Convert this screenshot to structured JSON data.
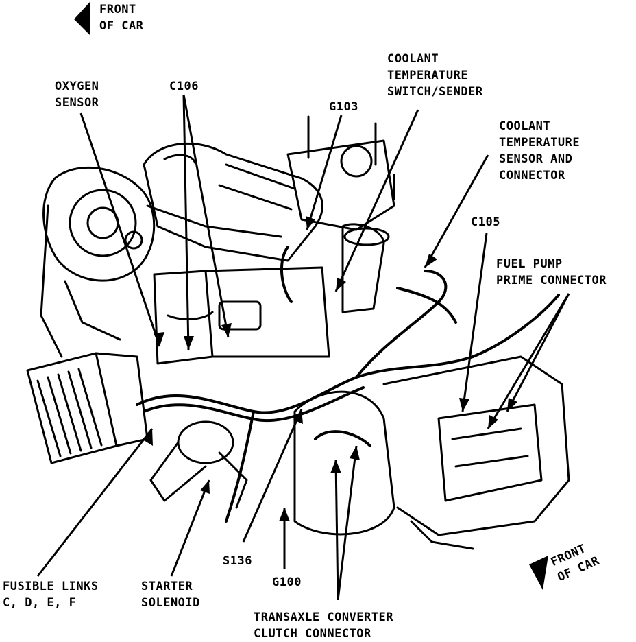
{
  "labels": {
    "front_of_car_top": [
      "FRONT",
      "OF CAR"
    ],
    "oxygen_sensor": [
      "OXYGEN",
      "SENSOR"
    ],
    "c106": "C106",
    "g103": "G103",
    "coolant_switch": [
      "COOLANT",
      "TEMPERATURE",
      "SWITCH/SENDER"
    ],
    "coolant_sensor": [
      "COOLANT",
      "TEMPERATURE",
      "SENSOR AND",
      "CONNECTOR"
    ],
    "c105": "C105",
    "fuel_pump": [
      "FUEL PUMP",
      "PRIME CONNECTOR"
    ],
    "fusible_links": [
      "FUSIBLE LINKS",
      "C, D, E, F"
    ],
    "starter_solenoid": [
      "STARTER",
      "SOLENOID"
    ],
    "s136": "S136",
    "g100": "G100",
    "transaxle": [
      "TRANSAXLE CONVERTER",
      "CLUTCH CONNECTOR"
    ],
    "front_of_car_bottom": [
      "FRONT",
      "OF CAR"
    ]
  }
}
